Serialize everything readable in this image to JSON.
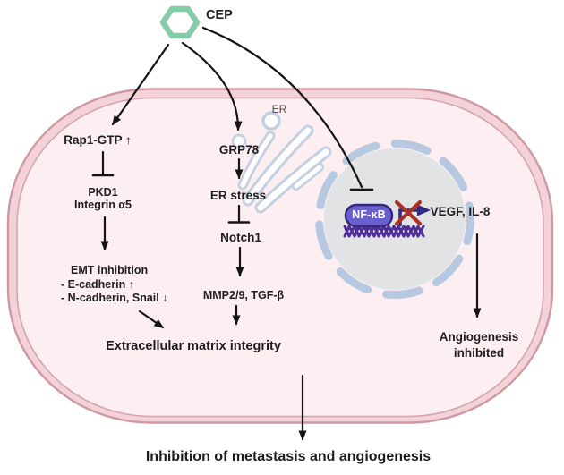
{
  "diagram": {
    "compound_label": "CEP",
    "er_label": "ER",
    "left_pathway": {
      "rap1": "Rap1-GTP ↑",
      "pkd1": "PKD1",
      "integrin": "Integrin α5",
      "emt_title": "EMT inhibition",
      "emt_item1": "- E-cadherin ↑",
      "emt_item2": "- N-cadherin, Snail ↓"
    },
    "er_pathway": {
      "grp78": "GRP78",
      "er_stress": "ER stress",
      "notch1": "Notch1",
      "mmp_tgf": "MMP2/9, TGF-β"
    },
    "nucleus_pathway": {
      "nfkb": "NF-κB",
      "target_genes": "VEGF, IL-8",
      "outcome": "Angiogenesis inhibited"
    },
    "outcomes": {
      "ecm": "Extracellular matrix integrity",
      "final": "Inhibition of metastasis and angiogenesis"
    },
    "colors": {
      "hexagon": "#84cbaa",
      "membrane_line": "#cf98a4",
      "membrane_band": "#f3d2d8",
      "cell_fill": "#fdeff1",
      "nucleus_fill": "#e2e3e5",
      "nucleus_border": "#b6c9e1",
      "er_outline": "#c4cfe1",
      "nfkb_pill": "#6b5ecf",
      "nfkb_pill_border": "#2f2a7a",
      "dna": "#4f2d94",
      "promoter": "#33297e",
      "blocked_x": "#a83325",
      "arrow": "#141414"
    }
  }
}
